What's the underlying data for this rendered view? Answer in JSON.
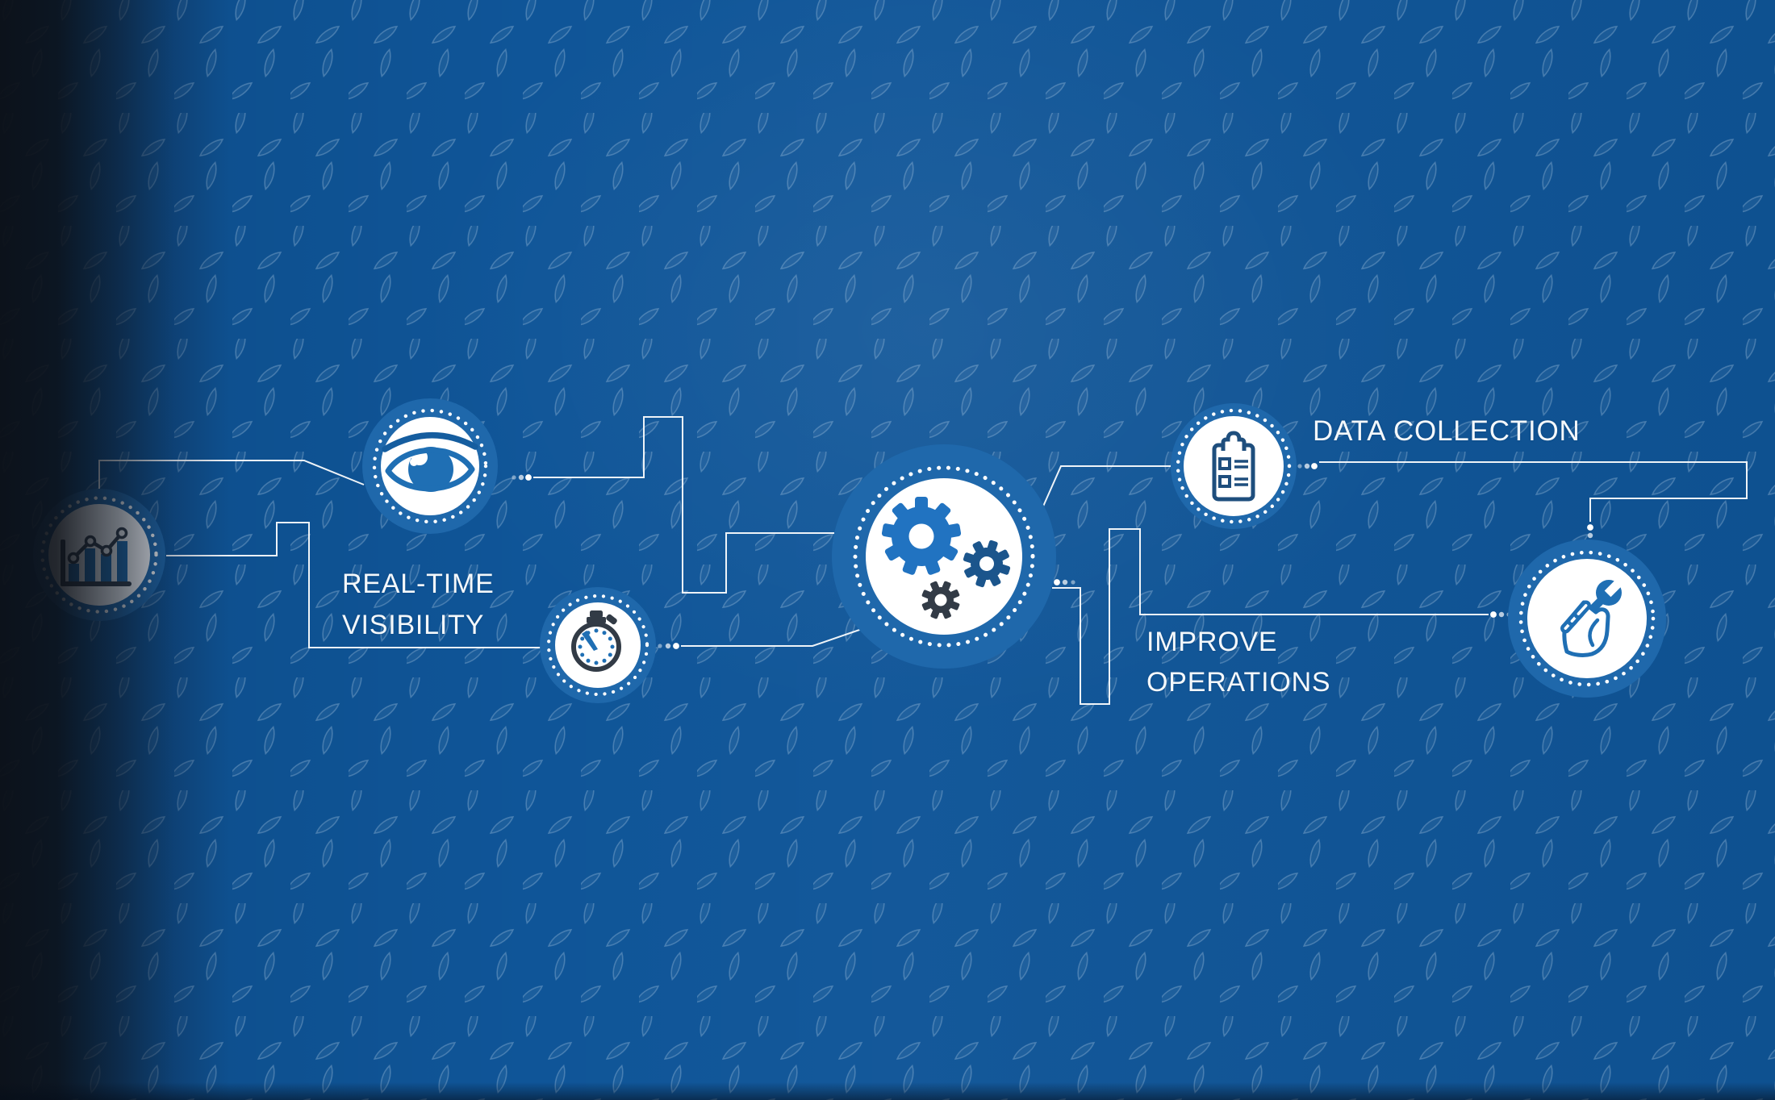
{
  "title": "Industrial process infographic",
  "labels": {
    "visibility": {
      "line1": "REAL-TIME",
      "line2": "VISIBILITY"
    },
    "data_collection": {
      "text": "DATA COLLECTION"
    },
    "improve": {
      "line1": "IMPROVE",
      "line2": "OPERATIONS"
    }
  },
  "nodes": [
    {
      "id": "analytics",
      "icon": "bar-chart-icon"
    },
    {
      "id": "visibility",
      "icon": "eye-icon",
      "label": "REAL-TIME VISIBILITY"
    },
    {
      "id": "timer",
      "icon": "stopwatch-icon"
    },
    {
      "id": "process",
      "icon": "gears-icon"
    },
    {
      "id": "data-collection",
      "icon": "clipboard-checklist-icon",
      "label": "DATA COLLECTION"
    },
    {
      "id": "maintenance",
      "icon": "hand-wrench-icon",
      "label": "IMPROVE OPERATIONS"
    }
  ],
  "colors": {
    "background": "#0f5598",
    "halo_blue": "#1f68ab",
    "icon_blue": "#1f6fb4",
    "icon_blue_bright": "#2173c1",
    "icon_dark": "#323b46",
    "icon_navy": "#1e4e7d",
    "gear_mid_blue": "#1b558c",
    "eyebrow_blue": "#155d9f",
    "connector_white": "#ffffff",
    "text_white": "#f4f8fb"
  }
}
